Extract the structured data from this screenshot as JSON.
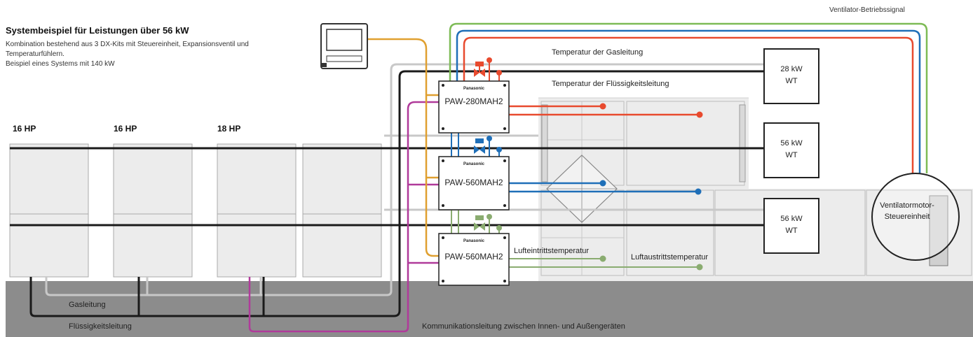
{
  "header": {
    "title": "Systembeispiel für Leistungen über 56 kW",
    "subtitle_line1": "Kombination bestehend aus 3 DX-Kits mit Steuereinheit, Expansionsventil und",
    "subtitle_line2": "Temperaturfühlern.",
    "subtitle_line3": "Beispiel eines Systems mit 140 kW"
  },
  "outdoor_units": [
    {
      "label": "16 HP"
    },
    {
      "label": "16 HP"
    },
    {
      "label": "18 HP"
    }
  ],
  "dx_kits": [
    {
      "model": "PAW-280MAH2",
      "brand": "Panasonic"
    },
    {
      "model": "PAW-560MAH2",
      "brand": "Panasonic"
    },
    {
      "model": "PAW-560MAH2",
      "brand": "Panasonic"
    }
  ],
  "heat_exchangers": [
    {
      "power": "28 kW",
      "type": "WT"
    },
    {
      "power": "56 kW",
      "type": "WT"
    },
    {
      "power": "56 kW",
      "type": "WT"
    }
  ],
  "labels": {
    "fan_signal": "Ventilator-Betriebssignal",
    "gas_temp": "Temperatur der Gasleitung",
    "liquid_temp": "Temperatur der Flüssigkeitsleitung",
    "air_in_temp": "Lufteintrittstemperatur",
    "air_out_temp": "Luftaustrittstemperatur",
    "fan_motor": "Ventilatormotor-Steuereinheit",
    "gas_line": "Gasleitung",
    "liquid_line": "Flüssigkeitsleitung",
    "comm_line": "Kommunikationsleitung zwischen Innen- und Außengeräten"
  },
  "colors": {
    "gas_pipe": "#c8c8c8",
    "liquid_pipe": "#1a1a1a",
    "comm_line": "#b03a9a",
    "control_line": "#e0a030",
    "red_line": "#e84a2e",
    "blue_line": "#1f6fb8",
    "green_line": "#7dbb55",
    "sensor_green": "#8aac70",
    "ground": "#8c8c8c"
  },
  "icons": [
    "remote-controller-icon",
    "expansion-valve-icon",
    "temperature-sensor-icon",
    "fan-icon"
  ]
}
